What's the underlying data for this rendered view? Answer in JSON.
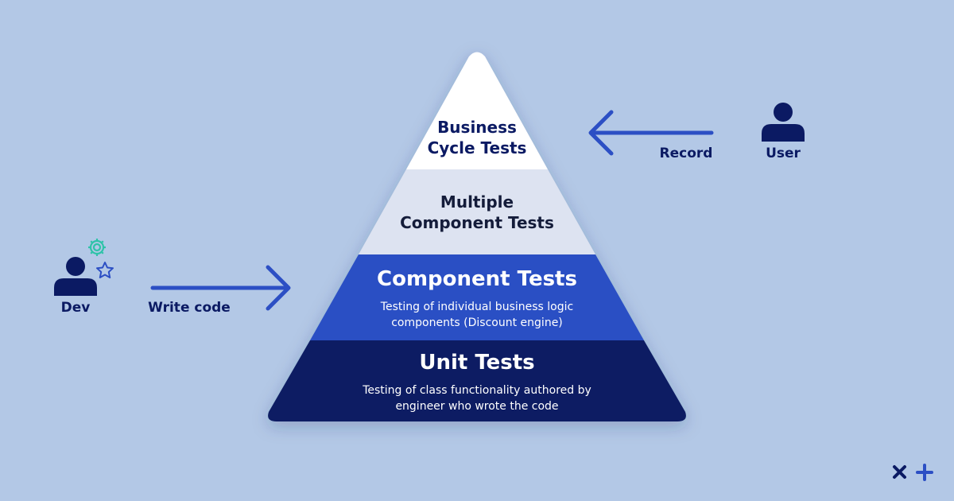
{
  "pyramid": {
    "levels": [
      {
        "title": "Business Cycle Tests"
      },
      {
        "title": "Multiple Component Tests"
      },
      {
        "title": "Component Tests",
        "description": "Testing of individual business logic components (Discount engine)"
      },
      {
        "title": "Unit Tests",
        "description": "Testing of class functionality authored by engineer who wrote the code"
      }
    ]
  },
  "actors": {
    "dev": {
      "label": "Dev",
      "action": "Write code"
    },
    "user": {
      "label": "User",
      "action": "Record"
    }
  },
  "colors": {
    "background": "#b3c8e6",
    "level_top": "#ffffff",
    "level_second": "#dde3f1",
    "level_third": "#2c4fc4",
    "level_base": "#0b1a63",
    "arrow": "#2c4fc4",
    "person": "#0b1a63",
    "gear": "#2fc3a8",
    "star": "#2c4fc4"
  },
  "icons": [
    "person-icon",
    "gear-icon",
    "star-icon",
    "arrow-right-icon",
    "arrow-left-icon",
    "close-icon",
    "plus-icon"
  ]
}
